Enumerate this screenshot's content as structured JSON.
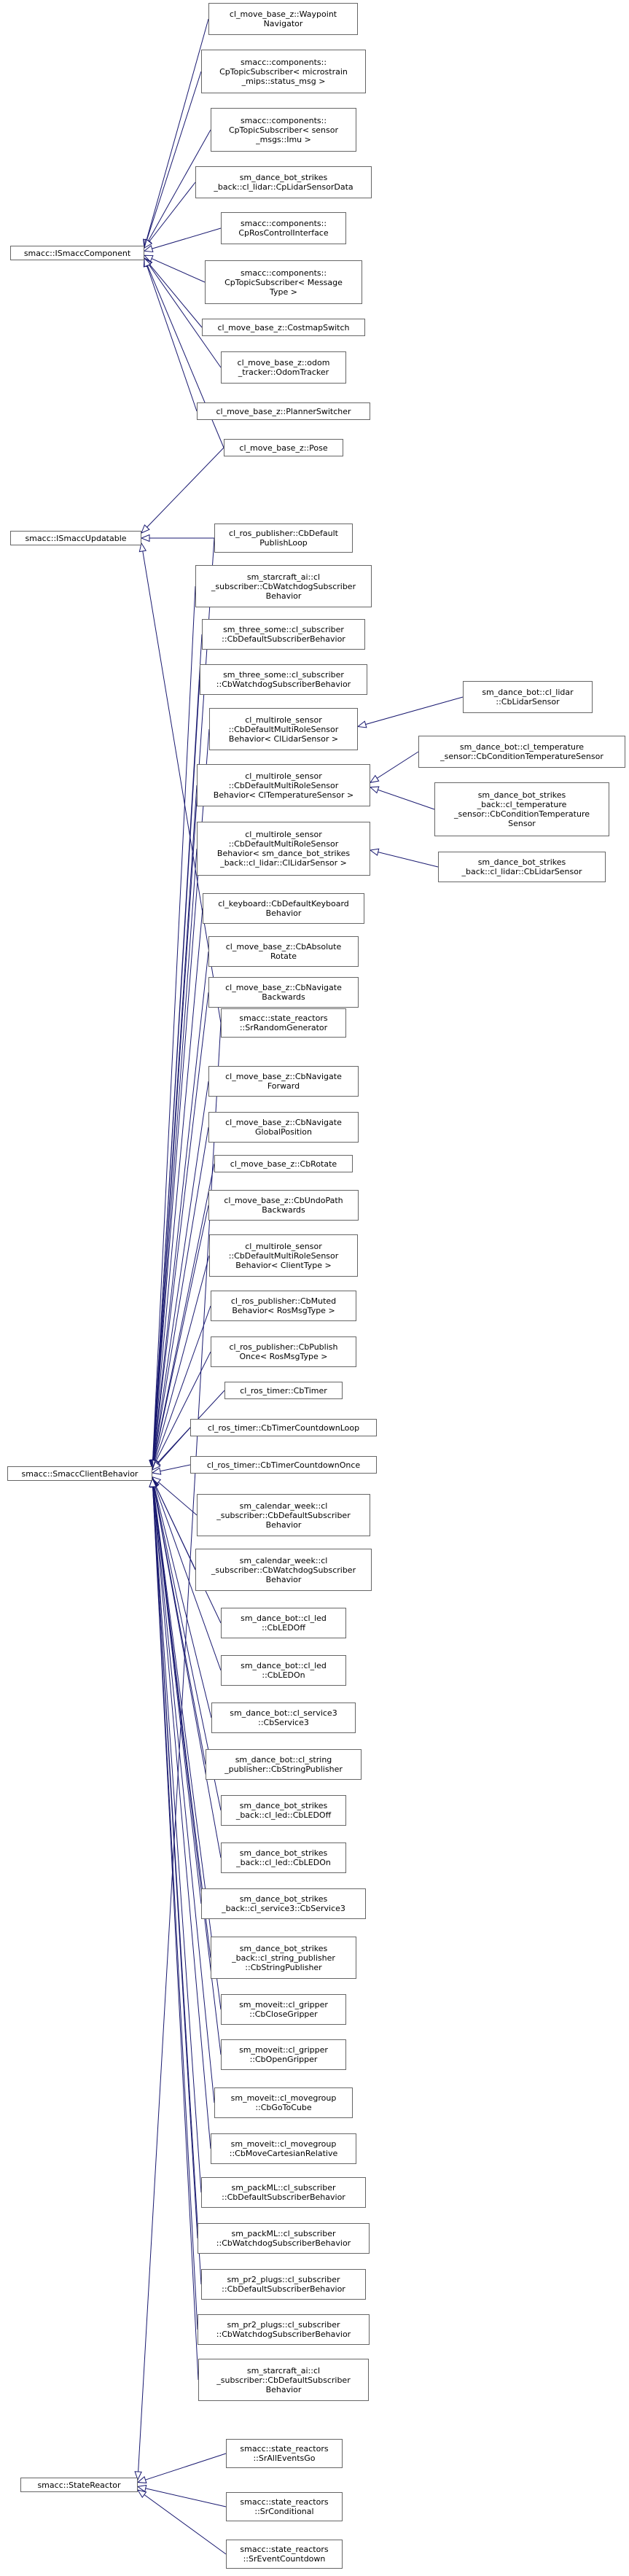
{
  "colors": {
    "edge": "#191970",
    "border": "#666666",
    "text": "#000000",
    "background": "#ffffff"
  },
  "nodes": {
    "ismacccomponent": "smacc::ISmaccComponent",
    "ismaccupdatable": "smacc::ISmaccUpdatable",
    "smaccclientbehavior": "smacc::SmaccClientBehavior",
    "statereactor": "smacc::StateReactor",
    "c_waypoint_navigator": "cl_move_base_z::Waypoint\nNavigator",
    "c_status_msg": "smacc::components::\nCpTopicSubscriber< microstrain\n_mips::status_msg >",
    "c_imu": "smacc::components::\nCpTopicSubscriber< sensor\n_msgs::Imu >",
    "c_lidar_sensor_data": "sm_dance_bot_strikes\n_back::cl_lidar::CpLidarSensorData",
    "c_ros_control_interface": "smacc::components::\nCpRosControlInterface",
    "c_message_type": "smacc::components::\nCpTopicSubscriber< Message\nType >",
    "c_costmap_switch": "cl_move_base_z::CostmapSwitch",
    "c_odom_tracker": "cl_move_base_z::odom\n_tracker::OdomTracker",
    "c_planner_switcher": "cl_move_base_z::PlannerSwitcher",
    "c_pose": "cl_move_base_z::Pose",
    "u_publish_loop": "cl_ros_publisher::CbDefault\nPublishLoop",
    "u_random_generator": "smacc::state_reactors\n::SrRandomGenerator",
    "b_starcraft_watchdog": "sm_starcraft_ai::cl\n_subscriber::CbWatchdogSubscriber\nBehavior",
    "b_three_some_default": "sm_three_some::cl_subscriber\n::CbDefaultSubscriberBehavior",
    "b_three_some_watchdog": "sm_three_some::cl_subscriber\n::CbWatchdogSubscriberBehavior",
    "b_multirole_lidar": "cl_multirole_sensor\n::CbDefaultMultiRoleSensor\nBehavior< ClLidarSensor >",
    "b_multirole_temperature": "cl_multirole_sensor\n::CbDefaultMultiRoleSensor\nBehavior< ClTemperatureSensor >",
    "b_multirole_strikes_lidar": "cl_multirole_sensor\n::CbDefaultMultiRoleSensor\nBehavior< sm_dance_bot_strikes\n_back::cl_lidar::ClLidarSensor >",
    "b_dance_lidar_sensor": "sm_dance_bot::cl_lidar\n::CbLidarSensor",
    "b_dance_condition_temperature": "sm_dance_bot::cl_temperature\n_sensor::CbConditionTemperatureSensor",
    "b_strikes_condition_temperature": "sm_dance_bot_strikes\n_back::cl_temperature\n_sensor::CbConditionTemperature\nSensor",
    "b_strikes_lidar_sensor": "sm_dance_bot_strikes\n_back::cl_lidar::CbLidarSensor",
    "b_keyboard": "cl_keyboard::CbDefaultKeyboard\nBehavior",
    "b_absolute_rotate": "cl_move_base_z::CbAbsolute\nRotate",
    "b_navigate_backwards": "cl_move_base_z::CbNavigate\nBackwards",
    "b_navigate_forward": "cl_move_base_z::CbNavigate\nForward",
    "b_navigate_global": "cl_move_base_z::CbNavigate\nGlobalPosition",
    "b_rotate": "cl_move_base_z::CbRotate",
    "b_undo_path": "cl_move_base_z::CbUndoPath\nBackwards",
    "b_multirole_clienttype": "cl_multirole_sensor\n::CbDefaultMultiRoleSensor\nBehavior< ClientType >",
    "b_muted": "cl_ros_publisher::CbMuted\nBehavior< RosMsgType >",
    "b_publish_once": "cl_ros_publisher::CbPublish\nOnce< RosMsgType >",
    "b_timer": "cl_ros_timer::CbTimer",
    "b_timer_loop": "cl_ros_timer::CbTimerCountdownLoop",
    "b_timer_once": "cl_ros_timer::CbTimerCountdownOnce",
    "b_calendar_default": "sm_calendar_week::cl\n_subscriber::CbDefaultSubscriber\nBehavior",
    "b_calendar_watchdog": "sm_calendar_week::cl\n_subscriber::CbWatchdogSubscriber\nBehavior",
    "b_dance_led_off": "sm_dance_bot::cl_led\n::CbLEDOff",
    "b_dance_led_on": "sm_dance_bot::cl_led\n::CbLEDOn",
    "b_dance_service3": "sm_dance_bot::cl_service3\n::CbService3",
    "b_dance_string_publisher": "sm_dance_bot::cl_string\n_publisher::CbStringPublisher",
    "b_strikes_led_off": "sm_dance_bot_strikes\n_back::cl_led::CbLEDOff",
    "b_strikes_led_on": "sm_dance_bot_strikes\n_back::cl_led::CbLEDOn",
    "b_strikes_service3": "sm_dance_bot_strikes\n_back::cl_service3::CbService3",
    "b_strikes_string_publisher": "sm_dance_bot_strikes\n_back::cl_string_publisher\n::CbStringPublisher",
    "b_close_gripper": "sm_moveit::cl_gripper\n::CbCloseGripper",
    "b_open_gripper": "sm_moveit::cl_gripper\n::CbOpenGripper",
    "b_goto_cube": "sm_moveit::cl_movegroup\n::CbGoToCube",
    "b_move_cartesian": "sm_moveit::cl_movegroup\n::CbMoveCartesianRelative",
    "b_packml_default": "sm_packML::cl_subscriber\n::CbDefaultSubscriberBehavior",
    "b_packml_watchdog": "sm_packML::cl_subscriber\n::CbWatchdogSubscriberBehavior",
    "b_pr2_default": "sm_pr2_plugs::cl_subscriber\n::CbDefaultSubscriberBehavior",
    "b_pr2_watchdog": "sm_pr2_plugs::cl_subscriber\n::CbWatchdogSubscriberBehavior",
    "b_starcraft_default": "sm_starcraft_ai::cl\n_subscriber::CbDefaultSubscriber\nBehavior",
    "r_all_events_go": "smacc::state_reactors\n::SrAllEventsGo",
    "r_conditional": "smacc::state_reactors\n::SrConditional",
    "r_event_countdown": "smacc::state_reactors\n::SrEventCountdown"
  }
}
